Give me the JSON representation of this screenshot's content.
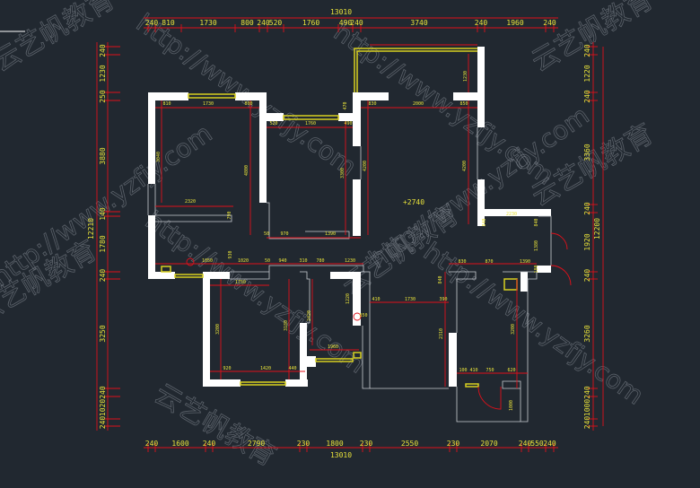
{
  "drawing": {
    "top_total": "13010",
    "bottom_total": "13010",
    "left_total": "12210",
    "right_total": "12200",
    "top_chain": [
      "240",
      "810",
      "1730",
      "800",
      "240",
      "520",
      "1760",
      "490",
      "240",
      "3740",
      "240",
      "1960",
      "240"
    ],
    "bottom_chain": [
      "240",
      "1600",
      "240",
      "2790",
      "230",
      "1800",
      "230",
      "2550",
      "230",
      "2070",
      "240",
      "550",
      "240"
    ],
    "left_chain": [
      "240",
      "1230",
      "250",
      "3880",
      "140",
      "1780",
      "240",
      "3250",
      "240",
      "1020",
      "240"
    ],
    "right_chain": [
      "240",
      "1220",
      "240",
      "3360",
      "240",
      "1920",
      "240",
      "3260",
      "240",
      "1000",
      "240"
    ],
    "inner_labels": [
      "810",
      "1730",
      "800",
      "3040",
      "2320",
      "4800",
      "790",
      "520",
      "1760",
      "490",
      "3300",
      "4200",
      "470",
      "50",
      "970",
      "1390",
      "1230",
      "830",
      "2000",
      "850",
      "4200",
      "+2740",
      "2230",
      "840",
      "840",
      "1050",
      "930",
      "1020",
      "50",
      "940",
      "310",
      "780",
      "1230",
      "1750",
      "3200",
      "3180",
      "2420",
      "1220",
      "850",
      "1960",
      "920",
      "1420",
      "440",
      "830",
      "870",
      "1390",
      "840",
      "410",
      "1730",
      "390",
      "2310",
      "3200",
      "100",
      "410",
      "750",
      "620",
      "1000",
      "1380",
      "180"
    ],
    "watermark_url": "http://www.yzfjy.com",
    "watermark_brand": "云艺帆教育"
  },
  "colors": {
    "background": "#212830",
    "wall": "#ffffff",
    "dimension_line": "#e0101a",
    "dimension_text": "#e8e23a",
    "window": "#d8d020",
    "outline": "#c8ccd2"
  }
}
